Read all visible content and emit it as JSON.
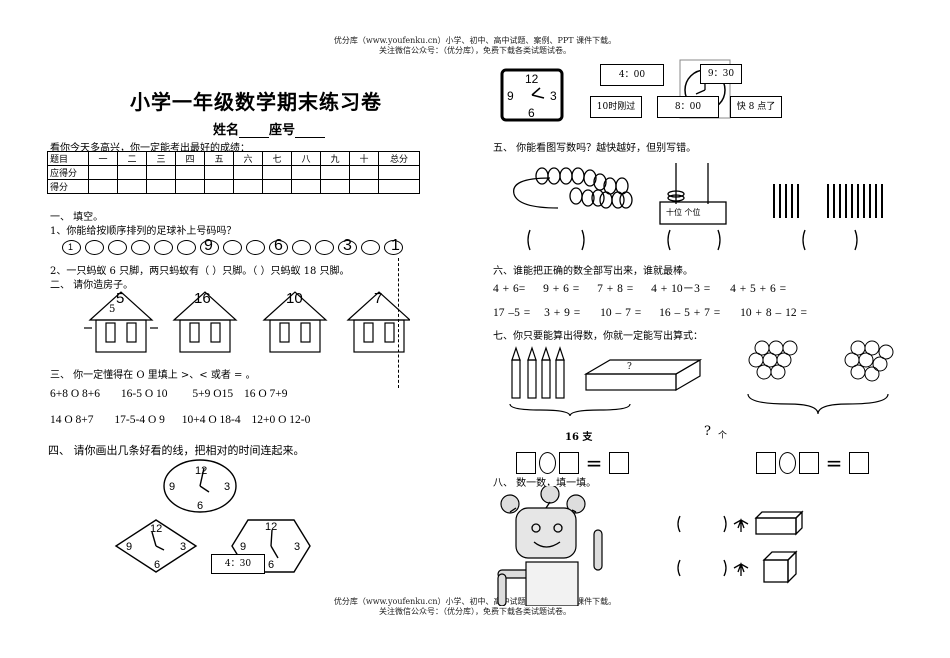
{
  "header": {
    "line1": "优分库（www.youfenku.cn）小学、初中、高中试题、案例、PPT 课件下载。",
    "line2": "关注微信公众号：（优分库），免费下载各类试题试卷。"
  },
  "footer": {
    "line1": "优分库（www.youfenku.cn）小学、初中、高中试题、案例、PPT 课件下载。",
    "line2": "关注微信公众号：（优分库），免费下载各类试题试卷。"
  },
  "title": "小学一年级数学期末练习卷",
  "name_label": "姓名",
  "seat_label": "座号",
  "intro": "看你今天多高兴，你一定能考出最好的成绩：",
  "score_table": {
    "header": [
      "题目",
      "一",
      "二",
      "三",
      "四",
      "五",
      "六",
      "七",
      "八",
      "九",
      "十",
      "总分"
    ],
    "rows": [
      "应得分",
      "得分"
    ]
  },
  "s1": {
    "heading": "一、   填空。",
    "q1": "1、你能给按顺序排列的足球补上号码吗？",
    "balls_shown": [
      "1",
      "9",
      "6",
      "3",
      "1"
    ],
    "q2": "2、一只蚂蚁 6 只脚，两只蚂蚁有（   ）只脚。（   ）只蚂蚁 18 只脚。"
  },
  "s2": {
    "heading": "二、   请你造房子。",
    "houses": [
      "5",
      "16",
      "10",
      "7"
    ],
    "house1_hint": "5"
  },
  "s3": {
    "heading": "三、   你一定懂得在 O 里填上 >、< 或者 = 。",
    "row1": [
      "6+8 O 8+6",
      "16-5 O 10",
      "5+9 O15",
      "16 O 7+9"
    ],
    "row2": [
      "14 O 8+7",
      "17-5-4 O 9",
      "10+4 O 18-4",
      "12+0 O 12-0"
    ]
  },
  "s4": {
    "heading": "四、   请你画出几条好看的线，把相对的时间连起来。",
    "time_box": "4：30"
  },
  "time_boxes": [
    "4：00",
    "9：30",
    "10时刚过",
    "8：00",
    "快 8 点了"
  ],
  "s5": {
    "heading": "五、   你能看图写数吗？越快越好，但别写错。",
    "abacus_labels": "十位 个位"
  },
  "s6": {
    "heading": "六、谁能把正确的数全部写出来，谁就最棒。",
    "row1": [
      "4 + 6=",
      "9 + 6 =",
      "7 + 8 =",
      "4 + 10－3 =",
      "4 + 5 + 6 ="
    ],
    "row2": [
      "17 –5 =",
      "3 + 9 =",
      "10 – 7 =",
      "16 – 5 + 7 =",
      "10 + 8 – 12 ="
    ]
  },
  "s7": {
    "heading": "七、你只要能算出得数，你就一定能写出算式：",
    "box_q": "?",
    "left_caption": "16 支",
    "right_caption_q": "?",
    "right_caption_unit": "个"
  },
  "s8": {
    "heading": "八、   数一数，填一填。"
  }
}
